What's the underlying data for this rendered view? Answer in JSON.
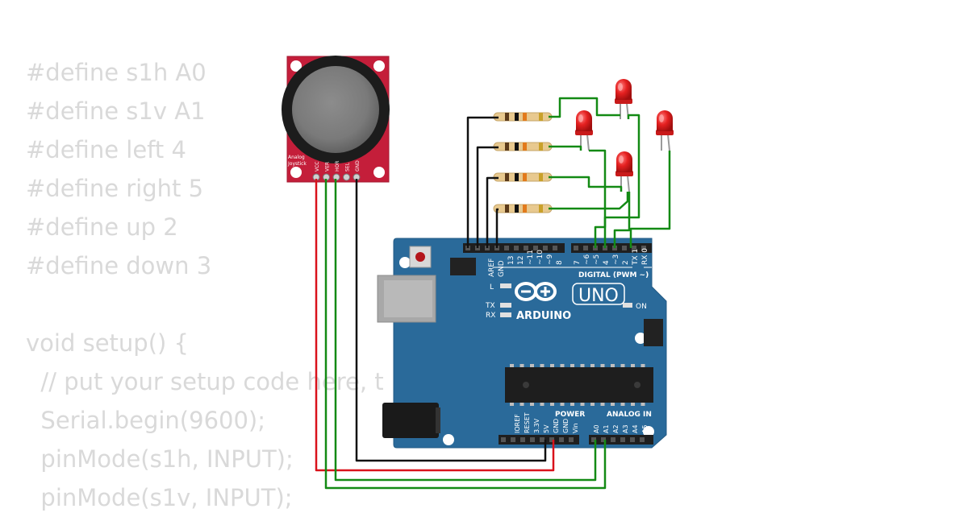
{
  "code_lines": [
    "#define s1h A0",
    "#define s1v A1",
    "#define left 4",
    "#define right 5",
    "#define up 2",
    "#define down 3",
    "",
    "void setup() {",
    "  // put your setup code here, t",
    "  Serial.begin(9600);",
    "  pinMode(s1h, INPUT);",
    "  pinMode(s1v, INPUT);"
  ],
  "joystick": {
    "label_line1": "Analog",
    "label_line2": "Joystick",
    "pins": [
      "VCC",
      "VER",
      "HOR",
      "SEL",
      "GND"
    ]
  },
  "board": {
    "brand": "ARDUINO",
    "model": "UNO",
    "digital_label": "DIGITAL (PWM ~)",
    "on_label": "ON",
    "l_label": "L",
    "tx_label": "TX",
    "rx_label": "RX",
    "aref": "AREF",
    "gnd": "GND",
    "pin_labels_top_left": [
      "13",
      "12",
      "~11",
      "~10",
      "~9",
      "8"
    ],
    "pin_labels_top_right": [
      "7",
      "~6",
      "~5",
      "4",
      "~3",
      "2",
      "TX 1",
      "RX 0"
    ],
    "power_label": "POWER",
    "analog_label": "ANALOG IN",
    "power_pins": [
      "IOREF",
      "RESET",
      "3.3V",
      "5V",
      "GND",
      "GND",
      "Vin"
    ],
    "analog_pins": [
      "A0",
      "A1",
      "A2",
      "A3",
      "A4",
      "A5"
    ]
  },
  "colors": {
    "board": "#2a6a9a",
    "joystick_pcb": "#c41e3a",
    "wire_red": "#d9121b",
    "wire_green": "#138a14",
    "wire_black": "#111111",
    "led": "#e52020",
    "code_text": "#d9d9d9"
  }
}
